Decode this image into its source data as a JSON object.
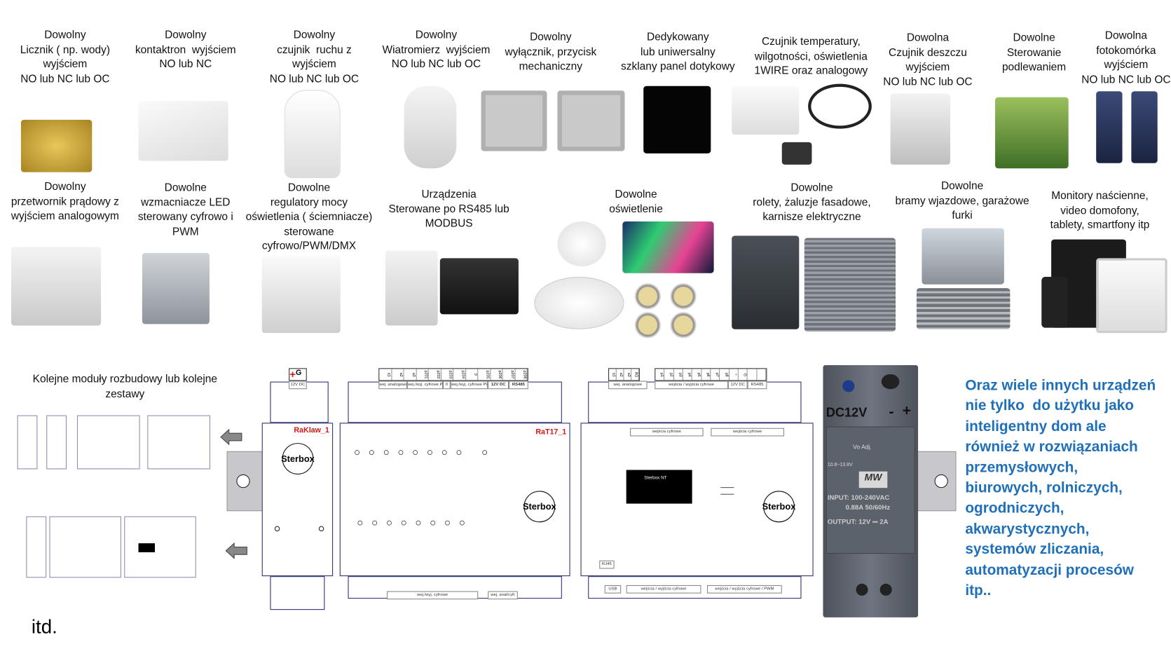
{
  "top_captions": [
    "Dowolny\nLicznik ( np. wody)\nwyjściem\nNO lub NC lub OC",
    "Dowolny\nkontaktron  wyjściem\nNO lub NC",
    "Dowolny\nczujnik  ruchu z\nwyjściem\nNO lub NC lub OC",
    "Dowolny\nWiatromierz  wyjściem\nNO lub NC lub OC",
    "Dowolny\nwyłącznik, przycisk\nmechaniczny",
    "Dedykowany\nlub uniwersalny\nszklany panel dotykowy",
    "Czujnik temperatury,\nwilgotności, oświetlenia\n1WIRE oraz analogowy",
    "Dowolna\nCzujnik deszczu\nwyjściem\nNO lub NC lub OC",
    "Dowolne\nSterowanie\npodlewaniem",
    "Dowolna\nfotokomórka\nwyjściem\nNO lub NC lub OC"
  ],
  "mid_captions": [
    "Dowolny\nprzetwornik prądowy z\nwyjściem analogowym",
    "Dowolne\nwzmacniacze LED\nsterowany cyfrowo i\nPWM",
    "Dowolne\nregulatory mocy\noświetlenia ( ściemniacze)\nsterowane\ncyfrowo/PWM/DMX",
    "Urządzenia\nSterowane po RS485 lub\nMODBUS",
    "Dowolne\noświetlenie",
    "Dowolne\nrolety, żaluzje fasadowe,\nkarnisze elektryczne",
    "Dowolne\nbramy wjazdowe, garażowe\nfurki",
    "Monitory naścienne,\nvideo domofony,\ntablety, smartfony itp"
  ],
  "expansion_caption": "Kolejne moduły rozbudowy lub kolejne\nzestawy",
  "etc": "itd.",
  "modules": {
    "raklaw": {
      "name": "RaKlaw_1",
      "logo": "Sterbox",
      "power": "12V DC",
      "plus": "+",
      "g": "G"
    },
    "rat17": {
      "name": "RaT17_1",
      "logo": "Sterbox",
      "labels": [
        "wej. analogowe",
        "wej./wyj. cyfrowe PWM",
        "0",
        "wej./wyj. cyfrowe PWM",
        "12V DC",
        "RS485"
      ],
      "pins": [
        "a1",
        "a2",
        "a3",
        "p201",
        "p202",
        "p203",
        "p204",
        "0",
        "p205",
        "p206",
        "p207",
        "p208"
      ],
      "bottom_labels": [
        "wej./wyj. cyfrowe",
        "wej. anal/cyfr"
      ]
    },
    "nt": {
      "logo": "Sterbox",
      "screen": "Sterbox NT",
      "labels": [
        "wej. analogowe",
        "wejścia / wyjścia cyfrowe",
        "12V DC",
        "RS485"
      ],
      "pins": [
        "a1",
        "a2",
        "a3",
        "AG",
        "p1",
        "p2",
        "p3",
        "p4",
        "p5",
        "p6",
        "p7",
        "p8"
      ],
      "inner_labels": [
        "wejścia cyfrowe",
        "wejścia cyfrowe"
      ],
      "rj45": "RJ45",
      "usb": "USB",
      "bottom_labels": [
        "wejścia / wyjścia cyfrowe",
        "wejścia / wyjścia cyfrowe / PWM"
      ]
    },
    "psu": {
      "voltage": "DC12V",
      "minus": "-",
      "plus": "+",
      "vo": "Vo Adj.",
      "range": "10.8~13.8V",
      "brand": "MW",
      "input": "INPUT: 100-240VAC",
      "input2": "0.88A 50/60Hz",
      "output": "OUTPUT: 12V ⎓ 2A"
    }
  },
  "blue_text": "Oraz wiele innych urządzeń\nnie tylko  do użytku jako\ninteligentny dom ale\nrównież w rozwiązaniach\nprzemysłowych,\nbiurowych, rolniczych,\nogrodniczych,\nakwarystycznych,\nsystemów zliczania,\nautomatyzacji procesów\nitp..",
  "colors": {
    "accent_blue": "#1f70b8",
    "module_label_red": "#d01818",
    "module_border": "#2b2f6b"
  }
}
